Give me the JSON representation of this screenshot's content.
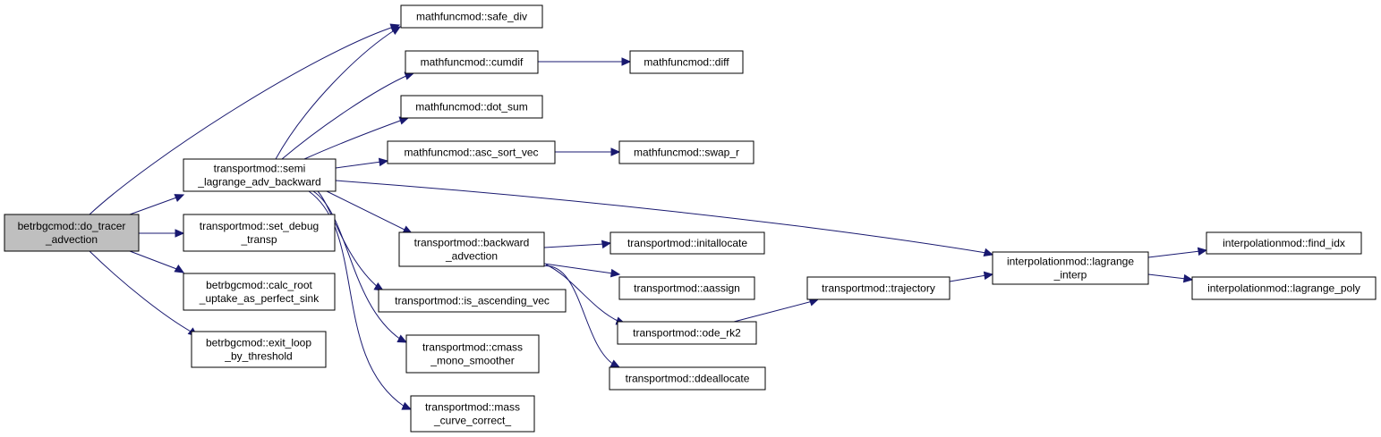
{
  "colors": {
    "edge": "#191970",
    "root_fill": "#bfbfbf",
    "node_fill": "#ffffff",
    "border": "#000000"
  },
  "nodes": [
    {
      "id": "do_tracer",
      "lines": [
        "betrbgcmod::do_tracer",
        "_advection"
      ],
      "root": true
    },
    {
      "id": "semi",
      "lines": [
        "transportmod::semi",
        "_lagrange_adv_backward"
      ]
    },
    {
      "id": "set_debug",
      "lines": [
        "transportmod::set_debug",
        "_transp"
      ]
    },
    {
      "id": "calc_root",
      "lines": [
        "betrbgcmod::calc_root",
        "_uptake_as_perfect_sink"
      ]
    },
    {
      "id": "exit_loop",
      "lines": [
        "betrbgcmod::exit_loop",
        "_by_threshold"
      ]
    },
    {
      "id": "safe_div",
      "lines": [
        "mathfuncmod::safe_div"
      ]
    },
    {
      "id": "cumdif",
      "lines": [
        "mathfuncmod::cumdif"
      ]
    },
    {
      "id": "diff",
      "lines": [
        "mathfuncmod::diff"
      ]
    },
    {
      "id": "dot_sum",
      "lines": [
        "mathfuncmod::dot_sum"
      ]
    },
    {
      "id": "asc_sort",
      "lines": [
        "mathfuncmod::asc_sort_vec"
      ]
    },
    {
      "id": "swap_r",
      "lines": [
        "mathfuncmod::swap_r"
      ]
    },
    {
      "id": "backward",
      "lines": [
        "transportmod::backward",
        "_advection"
      ]
    },
    {
      "id": "is_asc",
      "lines": [
        "transportmod::is_ascending_vec"
      ]
    },
    {
      "id": "cmass",
      "lines": [
        "transportmod::cmass",
        "_mono_smoother"
      ]
    },
    {
      "id": "mass_curve",
      "lines": [
        "transportmod::mass",
        "_curve_correct_"
      ]
    },
    {
      "id": "initallocate",
      "lines": [
        "transportmod::initallocate"
      ]
    },
    {
      "id": "aassign",
      "lines": [
        "transportmod::aassign"
      ]
    },
    {
      "id": "ode_rk2",
      "lines": [
        "transportmod::ode_rk2"
      ]
    },
    {
      "id": "ddeallocate",
      "lines": [
        "transportmod::ddeallocate"
      ]
    },
    {
      "id": "trajectory",
      "lines": [
        "transportmod::trajectory"
      ]
    },
    {
      "id": "lagrange_interp",
      "lines": [
        "interpolationmod::lagrange",
        "_interp"
      ]
    },
    {
      "id": "find_idx",
      "lines": [
        "interpolationmod::find_idx"
      ]
    },
    {
      "id": "lagrange_poly",
      "lines": [
        "interpolationmod::lagrange_poly"
      ]
    }
  ],
  "edges": [
    [
      "do_tracer",
      "safe_div"
    ],
    [
      "do_tracer",
      "semi"
    ],
    [
      "do_tracer",
      "set_debug"
    ],
    [
      "do_tracer",
      "calc_root"
    ],
    [
      "do_tracer",
      "exit_loop"
    ],
    [
      "semi",
      "safe_div"
    ],
    [
      "semi",
      "cumdif"
    ],
    [
      "semi",
      "dot_sum"
    ],
    [
      "semi",
      "asc_sort"
    ],
    [
      "semi",
      "lagrange_interp"
    ],
    [
      "semi",
      "backward"
    ],
    [
      "semi",
      "is_asc"
    ],
    [
      "semi",
      "cmass"
    ],
    [
      "semi",
      "mass_curve"
    ],
    [
      "cumdif",
      "diff"
    ],
    [
      "asc_sort",
      "swap_r"
    ],
    [
      "backward",
      "initallocate"
    ],
    [
      "backward",
      "aassign"
    ],
    [
      "backward",
      "ode_rk2"
    ],
    [
      "backward",
      "ddeallocate"
    ],
    [
      "ode_rk2",
      "trajectory"
    ],
    [
      "trajectory",
      "lagrange_interp"
    ],
    [
      "lagrange_interp",
      "find_idx"
    ],
    [
      "lagrange_interp",
      "lagrange_poly"
    ]
  ]
}
